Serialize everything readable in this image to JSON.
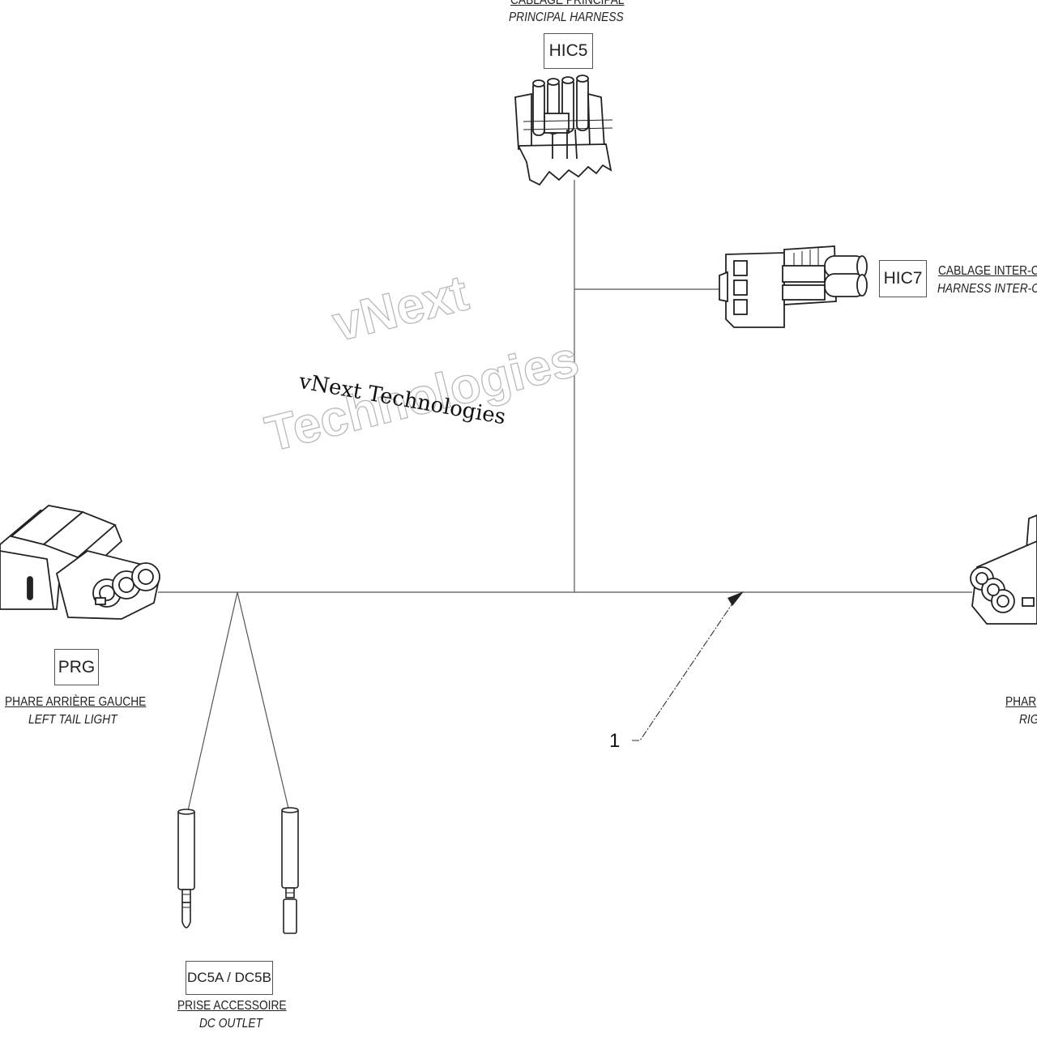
{
  "connectors": {
    "hic5": {
      "code": "HIC5",
      "fr": "CABLAGE PRINCIPAL",
      "en": "PRINCIPAL HARNESS"
    },
    "hic7": {
      "code": "HIC7",
      "fr": "CABLAGE INTER-C",
      "en": "HARNESS INTER-C"
    },
    "prg": {
      "code": "PRG",
      "fr": "PHARE ARRIÈRE GAUCHE",
      "en": "LEFT TAIL LIGHT"
    },
    "prd": {
      "fr": "PHAR",
      "en": "RIG"
    },
    "dc5": {
      "code": "DC5A / DC5B",
      "fr": "PRISE ACCESSOIRE",
      "en": "DC OUTLET"
    }
  },
  "callout": {
    "number": "1"
  },
  "watermark": {
    "line1": "vNext",
    "line2": "Technologies",
    "small": "vNext Technologies"
  }
}
